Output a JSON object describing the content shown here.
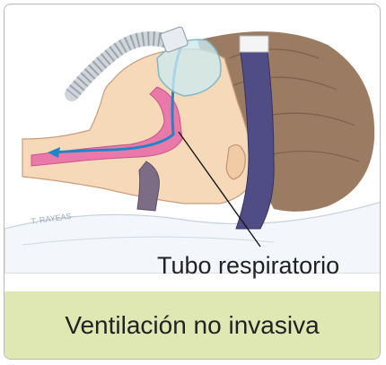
{
  "labels": {
    "tube": "Tubo respiratorio",
    "signature": "T. RAYEAS"
  },
  "caption": "Ventilación no invasiva",
  "colors": {
    "caption_band": "#dfe7b3",
    "skin": "#f6d9b9",
    "hair": "#9c7b63",
    "strap": "#4f4c86",
    "airway": "#e879a8",
    "arrow": "#1e86c8",
    "mask": "#cde9ee"
  }
}
